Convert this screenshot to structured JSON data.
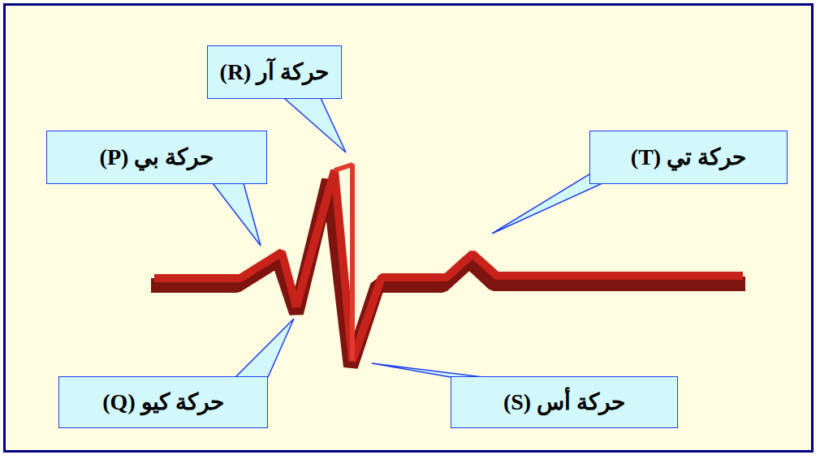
{
  "diagram": {
    "nodes": [
      {
        "text": [
          "حركة آر (R)"
        ]
      },
      {
        "text": [
          "حركة بي (P)"
        ]
      },
      {
        "text": [
          "حركة تي (T)"
        ]
      },
      {
        "text": [
          "حركة كيو (Q)"
        ]
      },
      {
        "text": [
          "حركة أس (S)"
        ]
      }
    ]
  }
}
